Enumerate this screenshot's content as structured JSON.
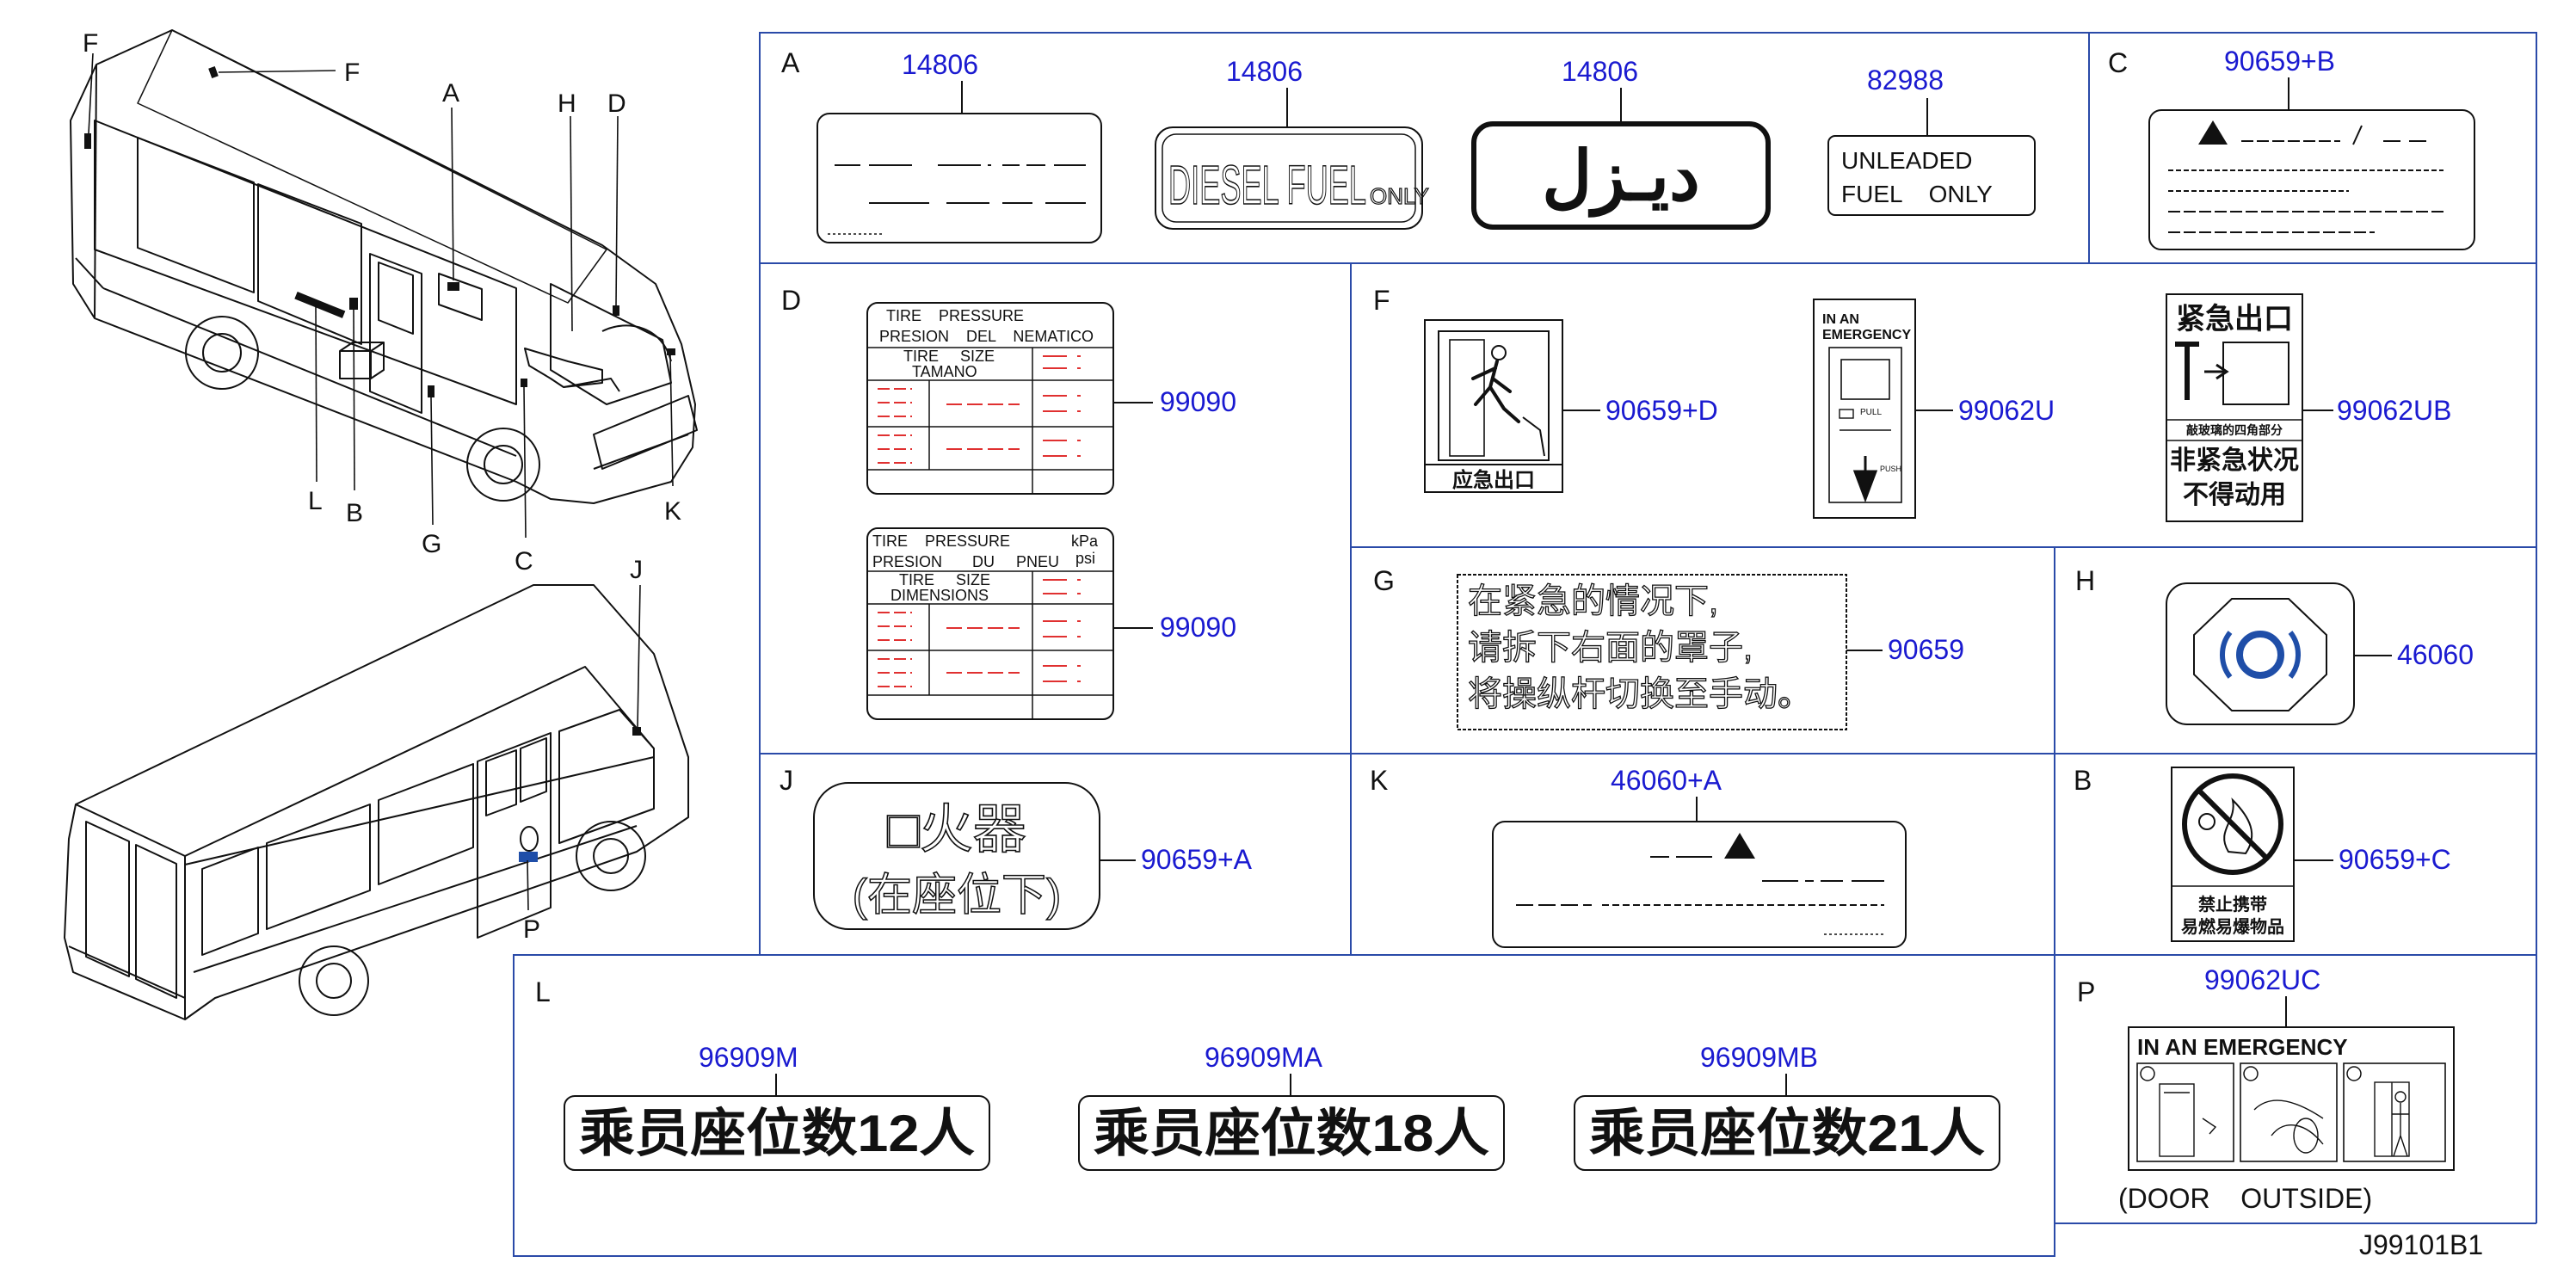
{
  "diagram_id": "J99101B1",
  "bus_callouts": {
    "front_view": [
      "F",
      "F",
      "A",
      "H",
      "D",
      "L",
      "B",
      "G",
      "C",
      "K"
    ],
    "rear_view": [
      "J",
      "P"
    ]
  },
  "sections": {
    "A": {
      "letter": "A",
      "parts": [
        "14806",
        "14806",
        "14806",
        "82988"
      ],
      "label_diesel": "DIESEL FUEL",
      "label_diesel_small": "ONLY",
      "label_arabic": "ديـزل",
      "label_unleaded_1": "UNLEADED",
      "label_unleaded_2": "FUEL    ONLY"
    },
    "C": {
      "letter": "C",
      "part": "90659+B"
    },
    "D": {
      "letter": "D",
      "parts": [
        "99090",
        "99090"
      ],
      "t1": {
        "r1": "TIRE    PRESSURE",
        "r2": "PRESION    DEL    NEMATICO",
        "r3": "TIRE     SIZE",
        "r4": "TAMANO"
      },
      "t2": {
        "r1": "TIRE    PRESSURE",
        "r1b": "kPa",
        "r2": "PRESION       DU     PNEU",
        "r2b": "psi",
        "r3": "TIRE     SIZE",
        "r4": "DIMENSIONS"
      }
    },
    "F": {
      "letter": "F",
      "parts": [
        "90659+D",
        "99062U",
        "99062UB"
      ],
      "exit_cn": "应急出口",
      "emerg_1": "IN AN",
      "emerg_2": "EMERGENCY",
      "emerg_pull": "PULL",
      "emerg_push": "PUSH",
      "cn_top": "紧急出口",
      "cn_small": "敲玻璃的四角部分",
      "cn_b1": "非紧急状况",
      "cn_b2": "不得动用"
    },
    "G": {
      "letter": "G",
      "part": "90659",
      "lines": [
        "在紧急的情况下,",
        "请拆下右面的罩子,",
        "将操纵杆切换至手动。"
      ]
    },
    "H": {
      "letter": "H",
      "part": "46060"
    },
    "J": {
      "letter": "J",
      "part": "90659+A",
      "line1": "□火器",
      "line2": "(在座位下)"
    },
    "K": {
      "letter": "K",
      "part": "46060+A"
    },
    "B": {
      "letter": "B",
      "part": "90659+C",
      "line1": "禁止携带",
      "line2": "易燃易爆物品"
    },
    "L": {
      "letter": "L",
      "parts": [
        "96909M",
        "96909MA",
        "96909MB"
      ],
      "labels": [
        "乘员座位数12人",
        "乘员座位数18人",
        "乘员座位数21人"
      ]
    },
    "P": {
      "letter": "P",
      "part": "99062UC",
      "title": "IN AN EMERGENCY",
      "note": "(DOOR    OUTSIDE)"
    }
  }
}
